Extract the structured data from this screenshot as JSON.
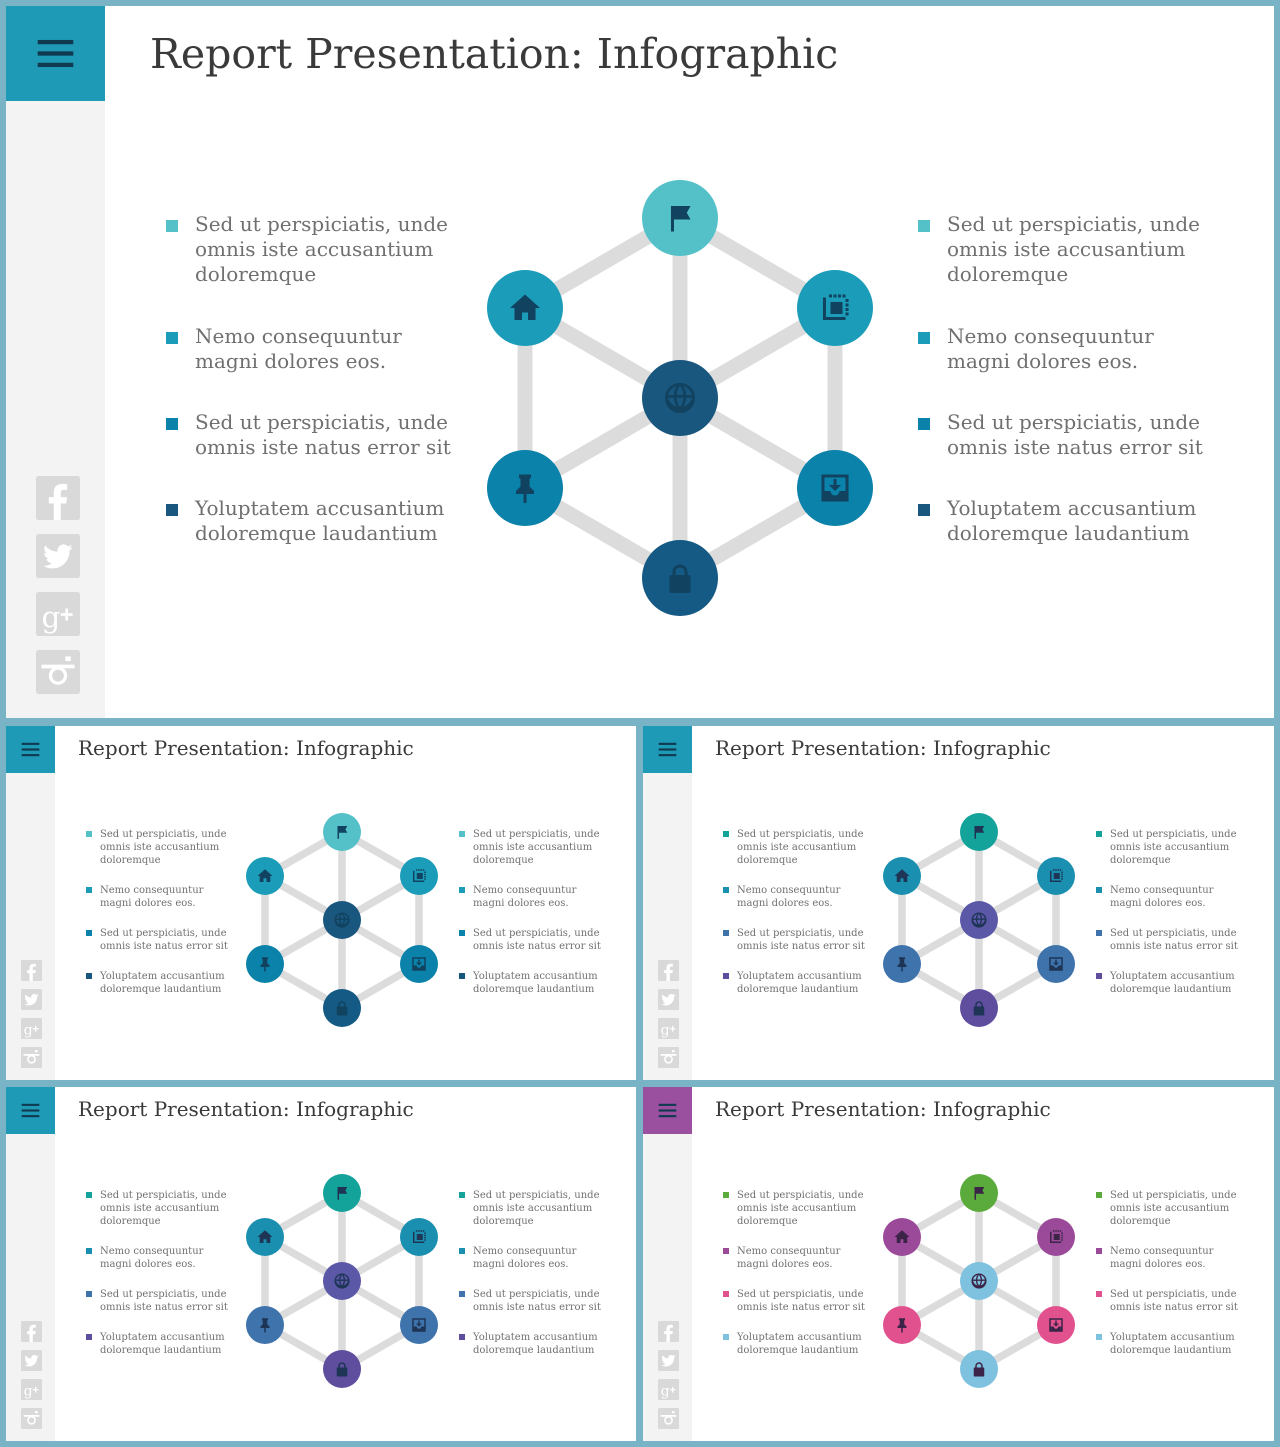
{
  "title": "Report Presentation: Infographic",
  "left_items": [
    "Sed ut perspiciatis, unde omnis iste accusantium doloremque",
    "Nemo consequuntur magni dolores eos.",
    "Sed ut perspiciatis, unde omnis iste natus error sit",
    "Yoluptatem accusantium doloremque laudantium"
  ],
  "right_items": [
    "Sed ut perspiciatis, unde omnis iste accusantium doloremque",
    "Nemo consequuntur magni dolores eos.",
    "Sed ut perspiciatis, unde omnis iste natus error sit",
    "Yoluptatem accusantium doloremque laudantium"
  ],
  "social_icons": [
    "facebook-icon",
    "twitter-icon",
    "google-plus-icon",
    "instagram-icon"
  ],
  "node_icons": {
    "top": "flag-icon",
    "upper_left": "home-icon",
    "upper_right": "crop-icon",
    "center": "globe-icon",
    "lower_left": "pin-icon",
    "lower_right": "download-icon",
    "bottom": "lock-icon"
  },
  "themes": [
    {
      "id": "main",
      "menu": "#1f9ab6",
      "nodes": {
        "top": "#54c1c9",
        "upper_left": "#1b9cb9",
        "upper_right": "#1b9cb9",
        "center": "#19577f",
        "lower_left": "#0b82a9",
        "lower_right": "#0b82a9",
        "bottom": "#145a85"
      },
      "bullets": [
        "#54c1c9",
        "#1b9cb9",
        "#0b82a9",
        "#19577f"
      ],
      "icon_color": "#11425f"
    },
    {
      "id": "variant-1",
      "menu": "#1f9ab6",
      "nodes": {
        "top": "#54c1c9",
        "upper_left": "#1b9cb9",
        "upper_right": "#1b9cb9",
        "center": "#19577f",
        "lower_left": "#0b82a9",
        "lower_right": "#0b82a9",
        "bottom": "#145a85"
      },
      "bullets": [
        "#54c1c9",
        "#1b9cb9",
        "#0b82a9",
        "#19577f"
      ],
      "icon_color": "#11425f"
    },
    {
      "id": "variant-2",
      "menu": "#1f9ab6",
      "nodes": {
        "top": "#13a39a",
        "upper_left": "#1a8fb0",
        "upper_right": "#1a8fb0",
        "center": "#5c58a8",
        "lower_left": "#3e73ab",
        "lower_right": "#3e73ab",
        "bottom": "#5f4d9e"
      },
      "bullets": [
        "#13a39a",
        "#1a8fb0",
        "#3e73ab",
        "#5f4d9e"
      ],
      "icon_color": "#1e3556"
    },
    {
      "id": "variant-3",
      "menu": "#1f9ab6",
      "nodes": {
        "top": "#13a39a",
        "upper_left": "#1a8fb0",
        "upper_right": "#1a8fb0",
        "center": "#5c58a8",
        "lower_left": "#3e73ab",
        "lower_right": "#3e73ab",
        "bottom": "#5f4d9e"
      },
      "bullets": [
        "#13a39a",
        "#1a8fb0",
        "#3e73ab",
        "#5f4d9e"
      ],
      "icon_color": "#1e3556"
    },
    {
      "id": "variant-4",
      "menu": "#9b4f9f",
      "nodes": {
        "top": "#5aab3b",
        "upper_left": "#9b4a9a",
        "upper_right": "#9b4a9a",
        "center": "#7fc2df",
        "lower_left": "#e1518e",
        "lower_right": "#e1518e",
        "bottom": "#7fc2df"
      },
      "bullets": [
        "#5aab3b",
        "#9b4a9a",
        "#e1518e",
        "#7fc2df"
      ],
      "icon_color": "#3b2447"
    }
  ]
}
